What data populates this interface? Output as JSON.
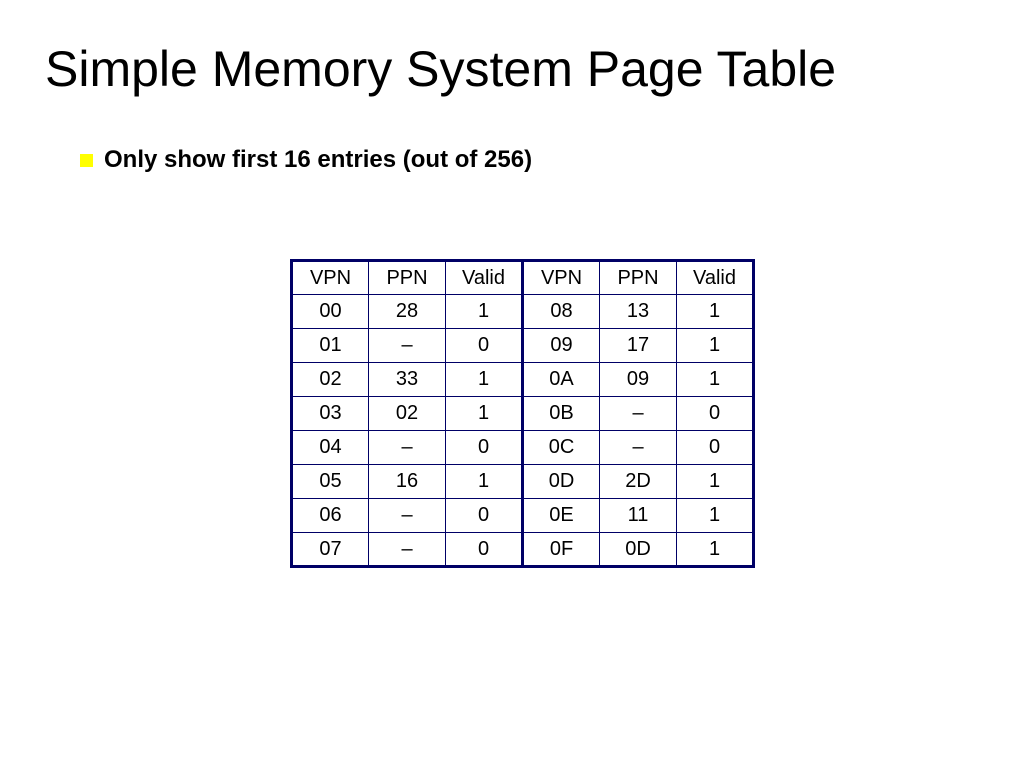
{
  "slide": {
    "title": "Simple Memory System Page Table",
    "bullet": "Only show first 16 entries (out of 256)",
    "bullet_color": "#ffff00",
    "table_border_color": "#000066"
  },
  "table": {
    "headers": [
      "VPN",
      "PPN",
      "Valid",
      "VPN",
      "PPN",
      "Valid"
    ],
    "rows": [
      [
        "00",
        "28",
        "1",
        "08",
        "13",
        "1"
      ],
      [
        "01",
        "–",
        "0",
        "09",
        "17",
        "1"
      ],
      [
        "02",
        "33",
        "1",
        "0A",
        "09",
        "1"
      ],
      [
        "03",
        "02",
        "1",
        "0B",
        "–",
        "0"
      ],
      [
        "04",
        "–",
        "0",
        "0C",
        "–",
        "0"
      ],
      [
        "05",
        "16",
        "1",
        "0D",
        "2D",
        "1"
      ],
      [
        "06",
        "–",
        "0",
        "0E",
        "11",
        "1"
      ],
      [
        "07",
        "–",
        "0",
        "0F",
        "0D",
        "1"
      ]
    ]
  }
}
